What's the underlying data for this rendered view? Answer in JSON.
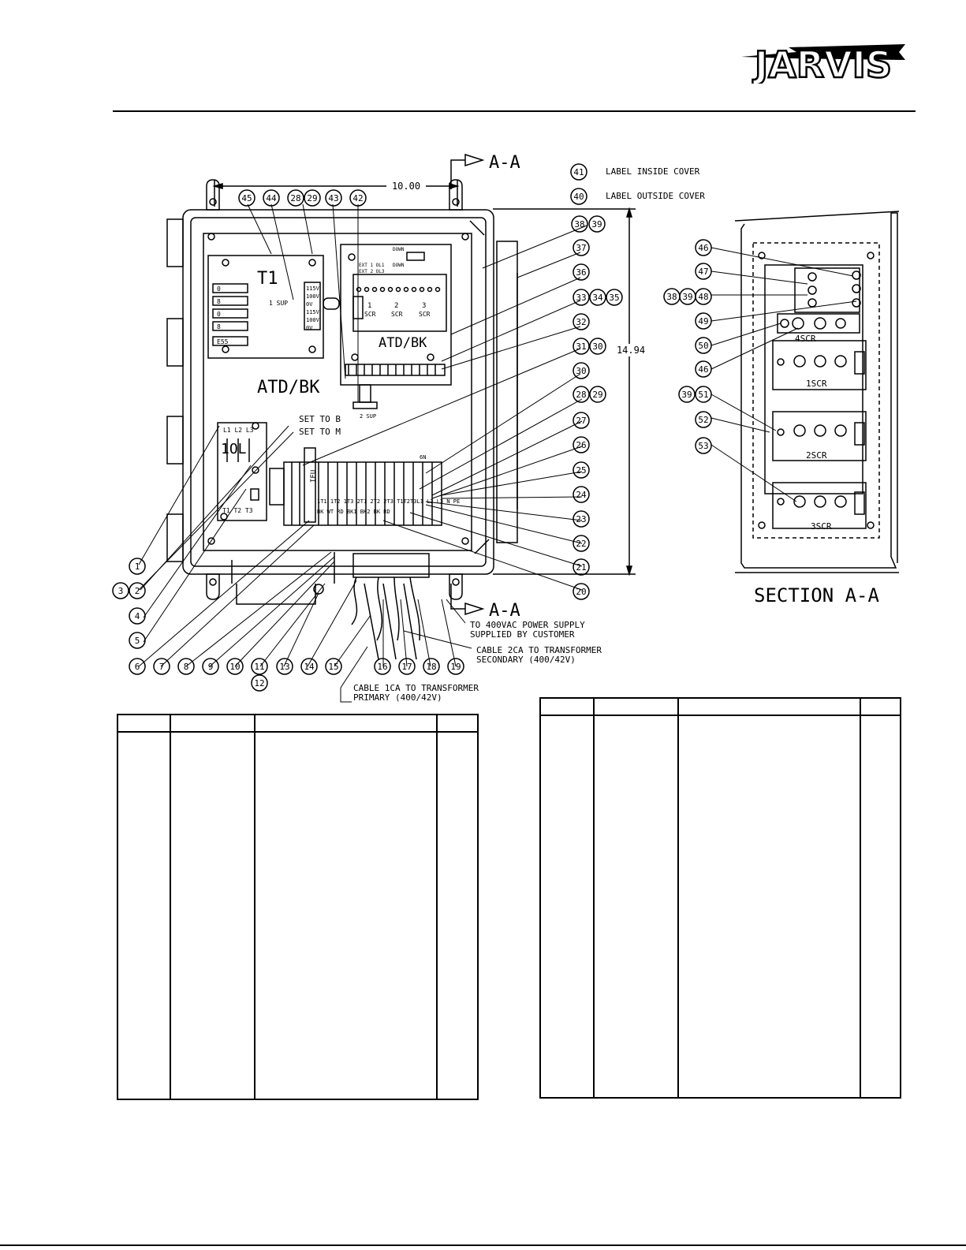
{
  "brand": {
    "logo_text": "JARVIS",
    "logo_color": "#000000"
  },
  "section_marker": {
    "top": "A-A",
    "bottom": "A-A"
  },
  "dimensions": {
    "width": "10.00",
    "height": "14.94"
  },
  "notes": {
    "label_inside": "LABEL INSIDE COVER",
    "label_outside": "LABEL OUTSIDE COVER",
    "set_to_b": "SET TO B",
    "set_to_m": "SET TO M",
    "power_supply": [
      "TO 400VAC POWER SUPPLY",
      "SUPPLIED BY CUSTOMER"
    ],
    "cable_2ca": [
      "CABLE 2CA TO TRANSFORMER",
      "SECONDARY (400/42V)"
    ],
    "cable_1ca": [
      "CABLE 1CA TO TRANSFORMER",
      "PRIMARY (400/42V)"
    ]
  },
  "labels": {
    "t1": "T1",
    "atd_panel": "ATD/BK",
    "atd_board": "ATD/BK",
    "iol": "1OL",
    "section_title": "SECTION A-A",
    "scr1": "1SCR",
    "scr2": "2SCR",
    "scr3": "3SCR",
    "scr4": "4SCR",
    "ifu": "IFU",
    "sup1": "1 SUP",
    "sup2": "2 SUP"
  },
  "balloons": {
    "top": [
      "45",
      "44",
      "28",
      "29",
      "43",
      "42"
    ],
    "right": [
      "41",
      "40",
      "38",
      "39",
      "37",
      "36",
      "33",
      "34",
      "35",
      "32",
      "31",
      "30",
      "30",
      "28",
      "29",
      "27",
      "26",
      "25",
      "24",
      "23",
      "22",
      "21",
      "20"
    ],
    "left": [
      "1",
      "2",
      "3",
      "4",
      "5"
    ],
    "bottom": [
      "6",
      "7",
      "8",
      "9",
      "10",
      "11",
      "12",
      "13",
      "14",
      "15",
      "16",
      "17",
      "18",
      "19"
    ],
    "section": [
      "46",
      "47",
      "38",
      "39",
      "48",
      "49",
      "50",
      "46",
      "39",
      "51",
      "52",
      "53"
    ]
  },
  "tables": [
    {
      "name": "left-parts-table",
      "columns": [
        "",
        "",
        "",
        ""
      ],
      "rows": []
    },
    {
      "name": "right-parts-table",
      "columns": [
        "",
        "",
        "",
        ""
      ],
      "rows": []
    }
  ]
}
